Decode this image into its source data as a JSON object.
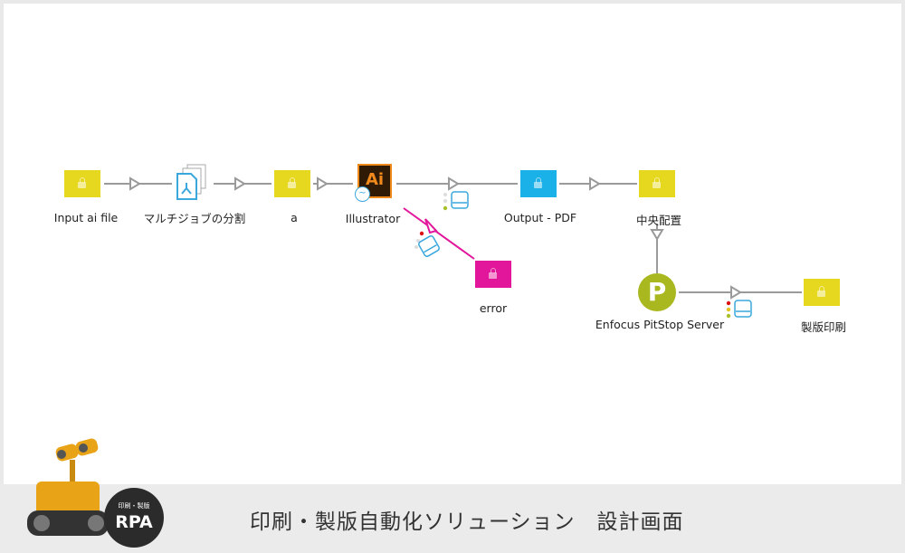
{
  "flow": {
    "nodes": [
      {
        "id": "input",
        "label": "Input ai file",
        "type": "folder",
        "color": "#e6d71f"
      },
      {
        "id": "split",
        "label": "マルチジョブの分割",
        "type": "split-tool"
      },
      {
        "id": "a",
        "label": "a",
        "type": "folder",
        "color": "#e6d71f"
      },
      {
        "id": "illustrator",
        "label": "Illustrator",
        "type": "app",
        "icon_text": "Ai"
      },
      {
        "id": "output_pdf",
        "label": "Output - PDF",
        "type": "folder",
        "color": "#1ab0e8"
      },
      {
        "id": "center",
        "label": "中央配置",
        "type": "folder",
        "color": "#e6d71f"
      },
      {
        "id": "error",
        "label": "error",
        "type": "folder",
        "color": "#e2169a"
      },
      {
        "id": "pitstop",
        "label": "Enfocus PitStop Server",
        "type": "app",
        "icon_text": "P"
      },
      {
        "id": "plate",
        "label": "製版印刷",
        "type": "folder",
        "color": "#e6d71f"
      }
    ],
    "colors": {
      "connection": "#9a9a9a",
      "error_connection": "#e2169a"
    }
  },
  "footer": {
    "title": "印刷・製版自動化ソリューション　設計画面",
    "badge_small": "印刷・製版",
    "badge_big": "RPA"
  }
}
